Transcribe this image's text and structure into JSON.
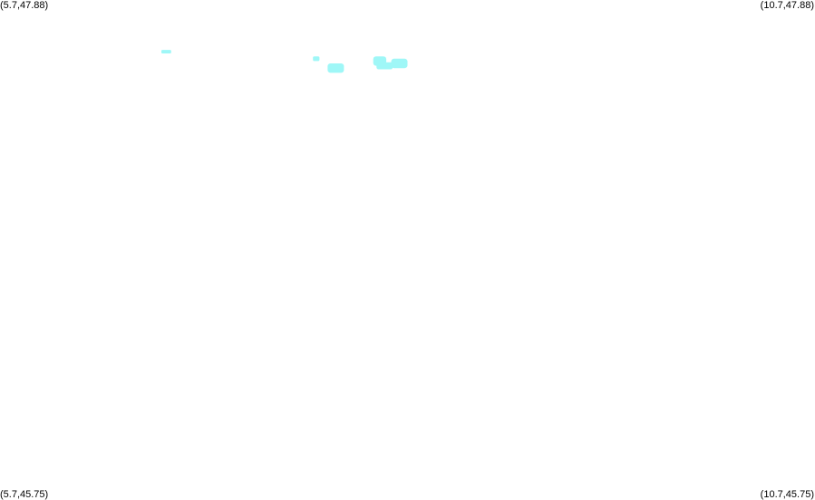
{
  "map": {
    "corner_labels": {
      "top_left": "(5.7,47.88)",
      "top_right": "(10.7,47.88)",
      "bottom_left": "(5.7,45.75)",
      "bottom_right": "(10.7,45.75)"
    },
    "bounds": {
      "lon_min": 5.7,
      "lon_max": 10.7,
      "lat_min": 45.75,
      "lat_max": 47.88
    },
    "feature_color": "#9ff7f7",
    "features": [
      {
        "lon": 6.72,
        "lat": 47.66,
        "w_deg": 0.06,
        "h_deg": 0.015
      },
      {
        "lon": 7.64,
        "lat": 47.63,
        "w_deg": 0.04,
        "h_deg": 0.02
      },
      {
        "lon": 7.76,
        "lat": 47.59,
        "w_deg": 0.1,
        "h_deg": 0.04
      },
      {
        "lon": 8.03,
        "lat": 47.62,
        "w_deg": 0.08,
        "h_deg": 0.04
      },
      {
        "lon": 8.15,
        "lat": 47.61,
        "w_deg": 0.1,
        "h_deg": 0.04
      },
      {
        "lon": 8.06,
        "lat": 47.6,
        "w_deg": 0.1,
        "h_deg": 0.03
      }
    ]
  }
}
